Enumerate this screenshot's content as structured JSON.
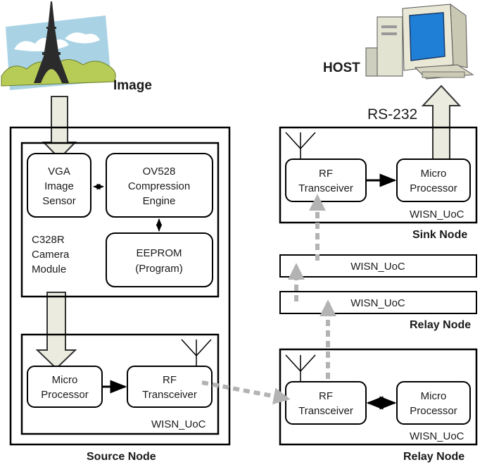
{
  "image_label": "Image",
  "host_label": "HOST",
  "rs232_label": "RS-232",
  "source": {
    "vga": [
      "VGA",
      "Image",
      "Sensor"
    ],
    "ov528": [
      "OV528",
      "Compression",
      "Engine"
    ],
    "eeprom": [
      "EEPROM",
      "(Program)"
    ],
    "camera_module": [
      "C328R",
      "Camera",
      "Module"
    ],
    "micro": [
      "Micro",
      "Processor"
    ],
    "rf": [
      "RF",
      "Transceiver"
    ],
    "wisn": "WISN_UoC",
    "caption": "Source Node"
  },
  "relay_bottom": {
    "rf": [
      "RF",
      "Transceiver"
    ],
    "micro": [
      "Micro",
      "Processor"
    ],
    "wisn": "WISN_UoC",
    "caption": "Relay Node"
  },
  "relay_middle": {
    "wisn_upper": "WISN_UoC",
    "wisn_lower": "WISN_UoC",
    "caption": "Relay Node"
  },
  "sink": {
    "rf": [
      "RF",
      "Transceiver"
    ],
    "micro": [
      "Micro",
      "Processor"
    ],
    "wisn": "WISN_UoC",
    "caption": "Sink Node"
  },
  "colors": {
    "box_stroke": "#000000",
    "arrow_fill": "#ebecdf",
    "arrow_stroke": "#333333",
    "wireless_dash": "#b3b3b3"
  }
}
